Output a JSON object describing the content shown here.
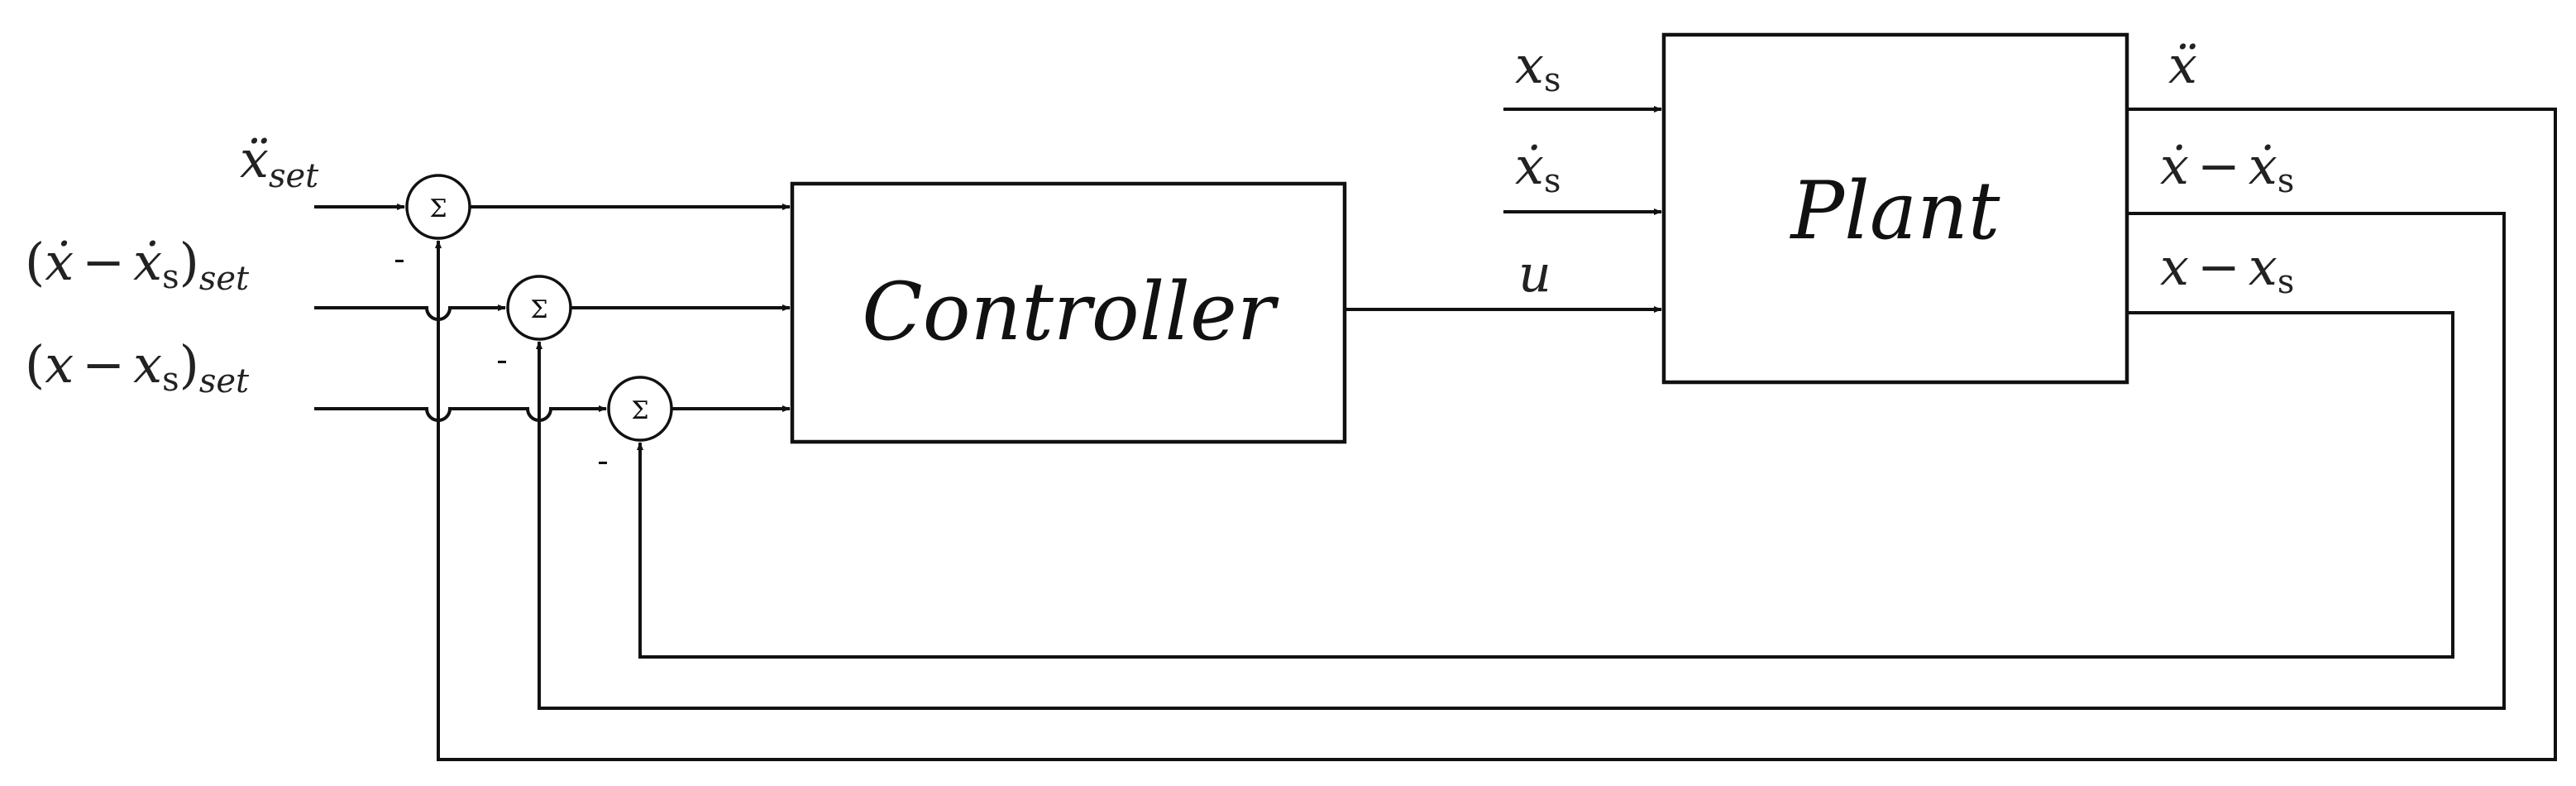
{
  "blocks": {
    "controller": "Controller",
    "plant": "Plant"
  },
  "summing_junction_symbol": "Σ",
  "negative_sign": "-",
  "setpoints": {
    "acc_base": "ẍ",
    "acc_sub": "set",
    "vel_open": "(",
    "vel_x": "ẋ",
    "vel_op": "−",
    "vel_xs": "ẋ",
    "vel_s": "s",
    "vel_close": ")",
    "vel_sub": "set",
    "pos_open": "(",
    "pos_x": "x",
    "pos_op": "−",
    "pos_xs": "x",
    "pos_s": "s",
    "pos_close": ")",
    "pos_sub": "set"
  },
  "plant_inputs": {
    "xs_base": "x",
    "xs_sub": "s",
    "xsdot_base": "ẋ",
    "xsdot_sub": "s",
    "u": "u"
  },
  "plant_outputs": {
    "acc": "ẍ",
    "vel_x": "ẋ",
    "vel_op": "−",
    "vel_xs": "ẋ",
    "vel_s": "s",
    "pos_x": "x",
    "pos_op": "−",
    "pos_xs": "x",
    "pos_s": "s"
  }
}
